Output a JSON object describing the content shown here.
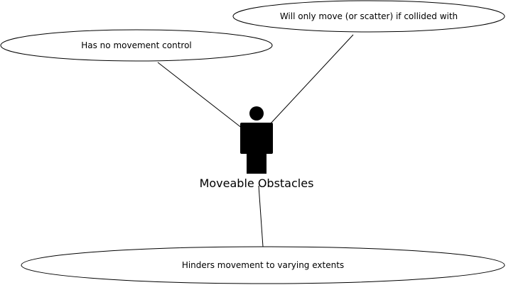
{
  "actor": {
    "label": "Moveable Obstacles"
  },
  "bubbles": [
    {
      "id": "top",
      "label": "Will only move (or scatter) if collided with"
    },
    {
      "id": "left",
      "label": "Has no movement control"
    },
    {
      "id": "bottom",
      "label": "Hinders movement to varying extents"
    }
  ],
  "colors": {
    "stroke": "#000000",
    "fill": "#ffffff",
    "actor": "#000000"
  }
}
